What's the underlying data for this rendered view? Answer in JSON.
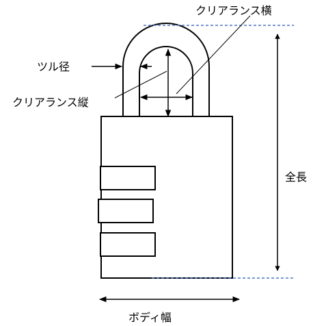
{
  "labels": {
    "clearance_width": "クリアランス横",
    "shackle_diameter": "ツル径",
    "clearance_height": "クリアランス縦",
    "total_length": "全長",
    "body_width": "ボディ幅"
  },
  "colors": {
    "outline": "#000000",
    "guide_line": "#4a72c4"
  }
}
